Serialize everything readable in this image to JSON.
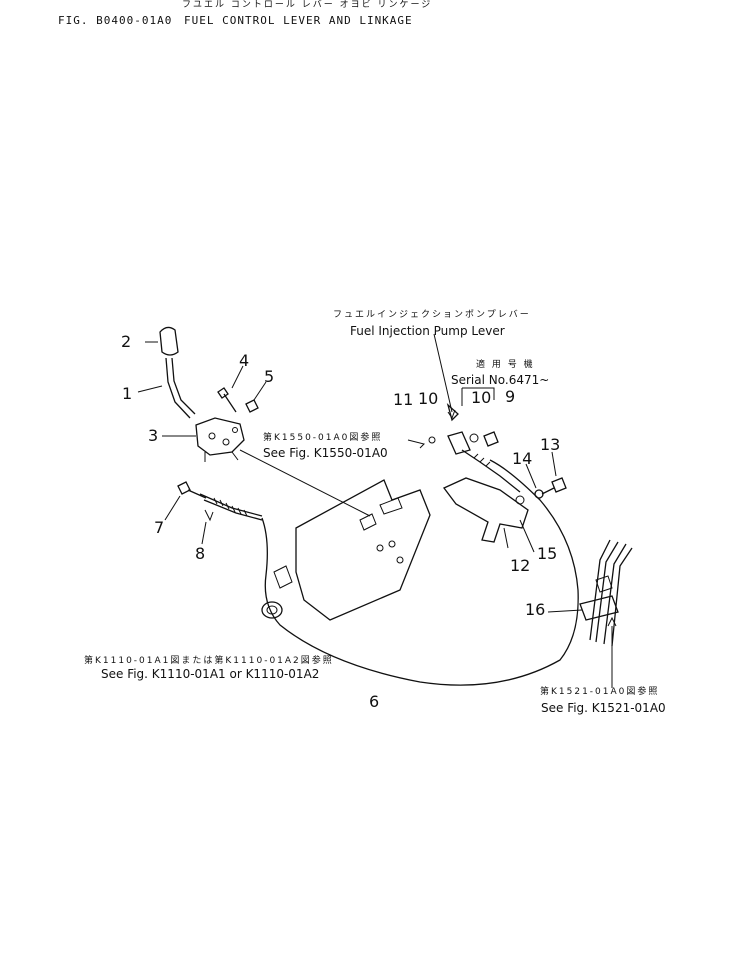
{
  "header": {
    "title_jp": "フユエル コントロール レバー オヨビ リンケージ",
    "fig_code": "FIG. B0400-01A0",
    "title_en": "FUEL CONTROL LEVER AND LINKAGE"
  },
  "annotations": {
    "pump_lever_jp": "フュエルインジェクションポンプレバー",
    "pump_lever_en": "Fuel Injection Pump Lever",
    "serial_jp": "適 用 号 機",
    "serial_en": "Serial No.6471~",
    "k1550_jp": "第K1550-01A0図参照",
    "k1550_en": "See Fig. K1550-01A0",
    "k1110_jp": "第K1110-01A1図または第K1110-01A2図参照",
    "k1110_en": "See Fig. K1110-01A1 or K1110-01A2",
    "k1521_jp": "第K1521-01A0図参照",
    "k1521_en": "See Fig. K1521-01A0"
  },
  "callouts": {
    "c1": "1",
    "c2": "2",
    "c3": "3",
    "c4": "4",
    "c5": "5",
    "c6": "6",
    "c7": "7",
    "c8": "8",
    "c9": "9",
    "c10a": "10",
    "c10b": "10",
    "c11": "11",
    "c12": "12",
    "c13": "13",
    "c14": "14",
    "c15": "15",
    "c16": "16"
  }
}
